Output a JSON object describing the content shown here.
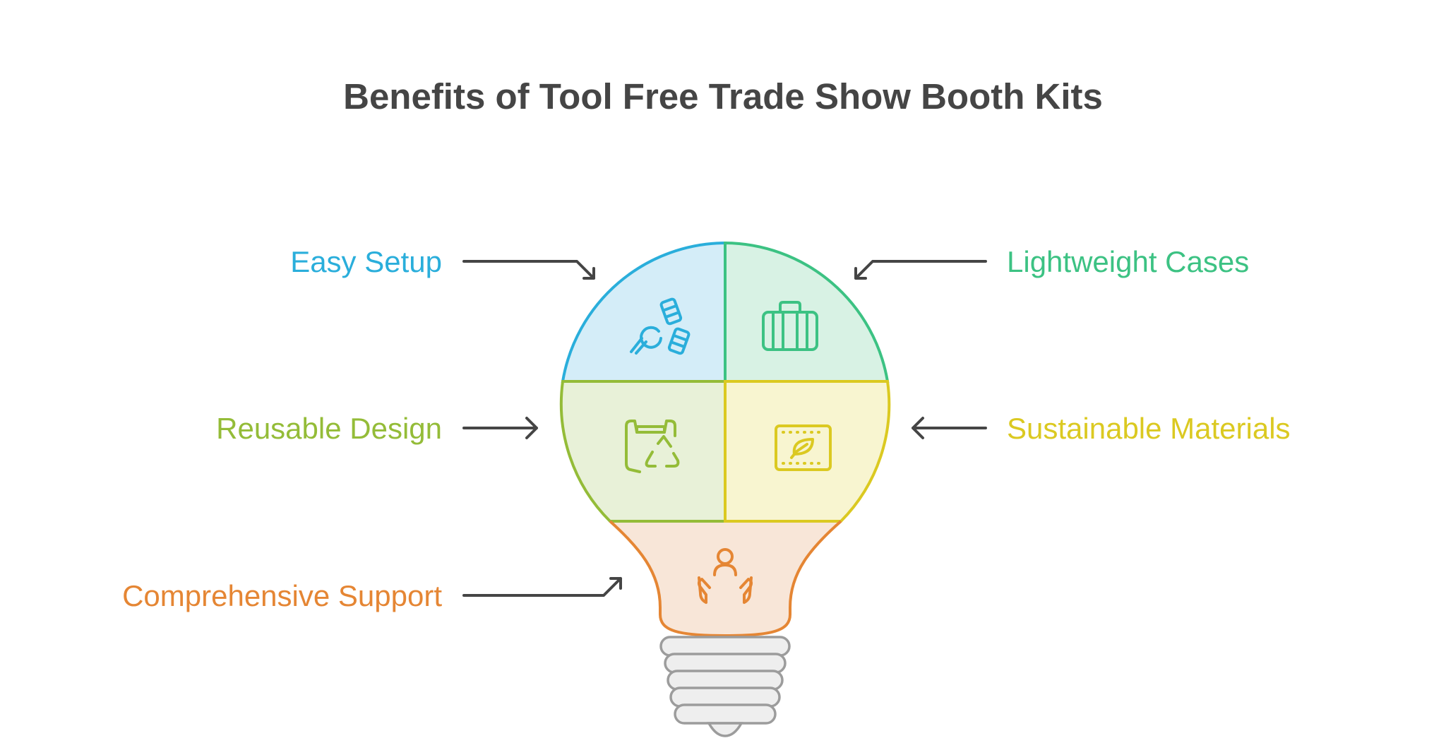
{
  "title": "Benefits of Tool Free Trade Show Booth Kits",
  "colors": {
    "title": "#454545",
    "arrow": "#454545",
    "easy_setup": "#2aaedb",
    "lightweight_cases": "#3cc283",
    "reusable_design": "#94bc38",
    "sustainable_materials": "#dbc921",
    "comprehensive_support": "#e58634",
    "bulb_base": "#9c9c9c"
  },
  "segments": [
    {
      "id": "easy-setup",
      "label": "Easy Setup",
      "icon": "wrench-bolts-icon",
      "color": "#2aaedb",
      "fill": "#d4edf8"
    },
    {
      "id": "lightweight-cases",
      "label": "Lightweight Cases",
      "icon": "suitcase-icon",
      "color": "#3cc283",
      "fill": "#d8f2e4"
    },
    {
      "id": "reusable-design",
      "label": "Reusable Design",
      "icon": "recycle-bag-icon",
      "color": "#94bc38",
      "fill": "#e8f1d8"
    },
    {
      "id": "sustainable-materials",
      "label": "Sustainable Materials",
      "icon": "leaf-panel-icon",
      "color": "#dbc921",
      "fill": "#f8f5d0"
    },
    {
      "id": "comprehensive-support",
      "label": "Comprehensive Support",
      "icon": "support-hands-icon",
      "color": "#e58634",
      "fill": "#f8e6d8"
    }
  ]
}
